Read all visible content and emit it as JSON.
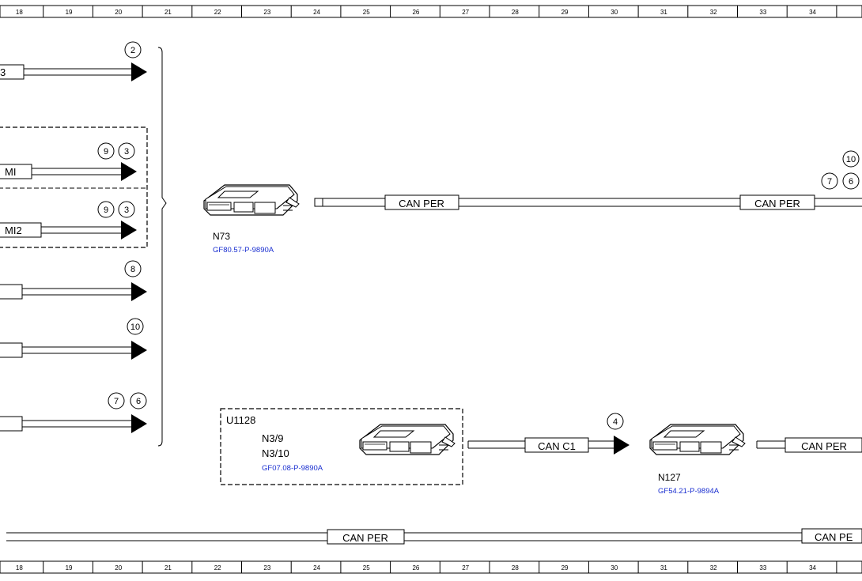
{
  "ruler": {
    "columns": [
      "18",
      "19",
      "20",
      "21",
      "22",
      "23",
      "24",
      "25",
      "26",
      "27",
      "28",
      "29",
      "30",
      "31",
      "32",
      "33",
      "34"
    ]
  },
  "left_connectors": [
    {
      "label_fragment": "3",
      "callouts": [
        "2"
      ]
    },
    {
      "label_fragment": "MI",
      "callouts": [
        "9",
        "3"
      ]
    },
    {
      "label_fragment": "MI2",
      "callouts": [
        "9",
        "3"
      ]
    },
    {
      "label_fragment": "",
      "callouts": [
        "8"
      ]
    },
    {
      "label_fragment": "",
      "callouts": [
        "10"
      ]
    },
    {
      "label_fragment": "",
      "callouts": [
        "7",
        "6"
      ]
    }
  ],
  "modules": {
    "n73": {
      "name": "N73",
      "ref": "GF80.57-P-9890A"
    },
    "u1128": {
      "group": "U1128",
      "names": [
        "N3/9",
        "N3/10"
      ],
      "ref": "GF07.08-P-9890A"
    },
    "n127": {
      "name": "N127",
      "ref": "GF54.21-P-9894A"
    }
  },
  "bus_labels": {
    "can_per_1": "CAN PER",
    "can_per_2": "CAN PER",
    "can_c1": "CAN C1",
    "can_per_3": "CAN PER",
    "can_per_bottom_1": "CAN PER",
    "can_per_bottom_2": "CAN PE"
  },
  "callouts": {
    "top_right_upper": "10",
    "top_right_a": "7",
    "top_right_b": "6",
    "can_c1_arrow": "4"
  }
}
